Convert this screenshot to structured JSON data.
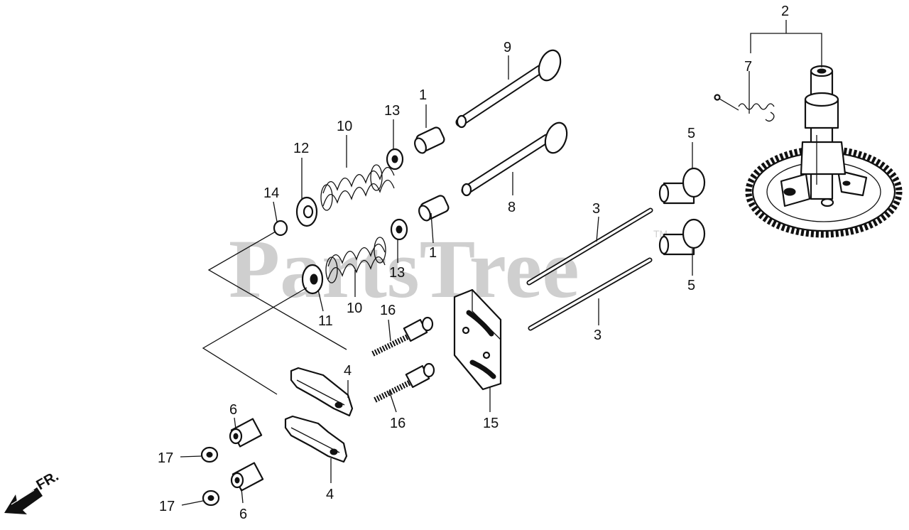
{
  "watermark": {
    "text": "PartsTree",
    "trademark": "TM"
  },
  "direction_label": "FR.",
  "callouts": [
    {
      "id": "c1a",
      "text": "1"
    },
    {
      "id": "c1b",
      "text": "1"
    },
    {
      "id": "c2",
      "text": "2"
    },
    {
      "id": "c3a",
      "text": "3"
    },
    {
      "id": "c3b",
      "text": "3"
    },
    {
      "id": "c4a",
      "text": "4"
    },
    {
      "id": "c4b",
      "text": "4"
    },
    {
      "id": "c5a",
      "text": "5"
    },
    {
      "id": "c5b",
      "text": "5"
    },
    {
      "id": "c6a",
      "text": "6"
    },
    {
      "id": "c6b",
      "text": "6"
    },
    {
      "id": "c7",
      "text": "7"
    },
    {
      "id": "c8",
      "text": "8"
    },
    {
      "id": "c9",
      "text": "9"
    },
    {
      "id": "c10a",
      "text": "10"
    },
    {
      "id": "c10b",
      "text": "10"
    },
    {
      "id": "c11",
      "text": "11"
    },
    {
      "id": "c12",
      "text": "12"
    },
    {
      "id": "c13a",
      "text": "13"
    },
    {
      "id": "c13b",
      "text": "13"
    },
    {
      "id": "c14",
      "text": "14"
    },
    {
      "id": "c15",
      "text": "15"
    },
    {
      "id": "c16a",
      "text": "16"
    },
    {
      "id": "c16b",
      "text": "16"
    },
    {
      "id": "c17a",
      "text": "17"
    },
    {
      "id": "c17b",
      "text": "17"
    }
  ]
}
